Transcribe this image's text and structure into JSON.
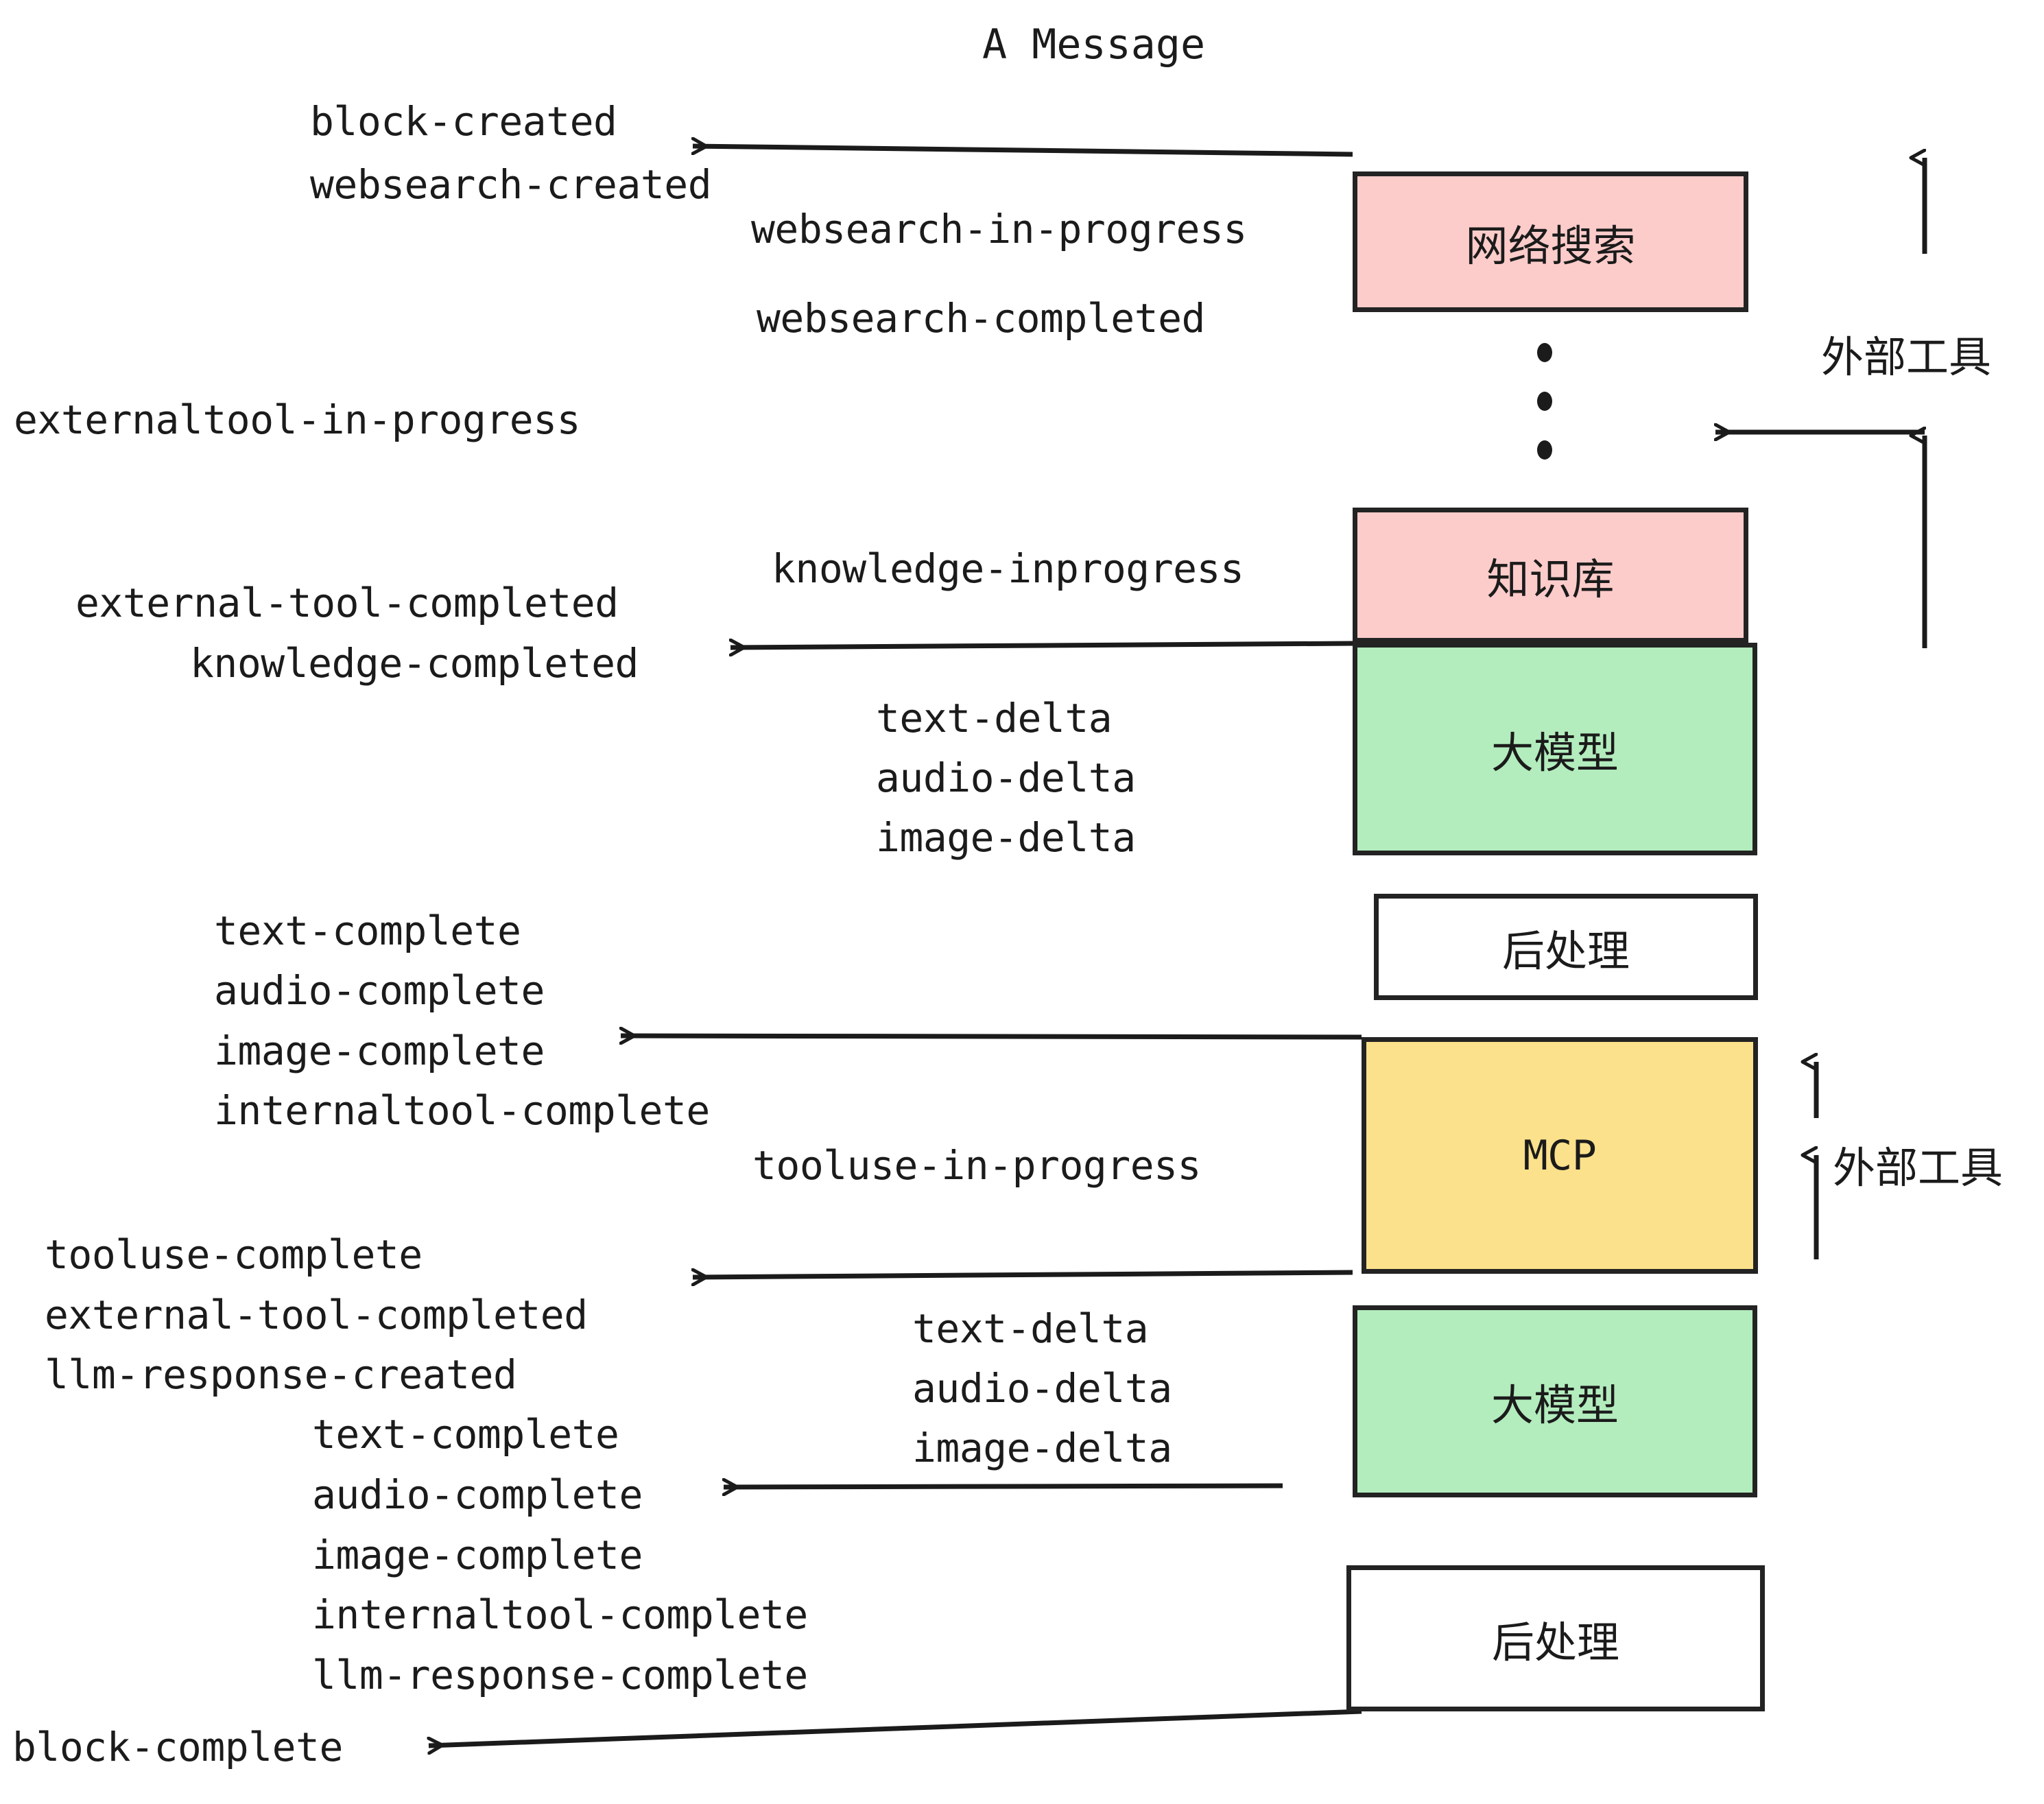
{
  "title": "A Message",
  "events": {
    "block_created": "block-created",
    "websearch_created": "websearch-created",
    "websearch_in_progress": "websearch-in-progress",
    "websearch_completed": "websearch-completed",
    "externaltool_in_progress": "externaltool-in-progress",
    "knowledge_inprogress": "knowledge-inprogress",
    "external_tool_completed_1": "external-tool-completed",
    "knowledge_completed": "knowledge-completed",
    "text_delta_1": "text-delta",
    "audio_delta_1": "audio-delta",
    "image_delta_1": "image-delta",
    "text_complete_1": "text-complete",
    "audio_complete_1": "audio-complete",
    "image_complete_1": "image-complete",
    "internaltool_complete_1": "internaltool-complete",
    "tooluse_in_progress": "tooluse-in-progress",
    "tooluse_complete": "tooluse-complete",
    "external_tool_completed_2": "external-tool-completed",
    "llm_response_created": "llm-response-created",
    "text_delta_2": "text-delta",
    "audio_delta_2": "audio-delta",
    "image_delta_2": "image-delta",
    "text_complete_2": "text-complete",
    "audio_complete_2": "audio-complete",
    "image_complete_2": "image-complete",
    "internaltool_complete_2": "internaltool-complete",
    "llm_response_complete": "llm-response-complete",
    "block_complete": "block-complete"
  },
  "boxes": {
    "websearch": {
      "label": "网络搜索",
      "color": "#fcccca"
    },
    "knowledge": {
      "label": "知识库",
      "color": "#fcccca"
    },
    "llm_1": {
      "label": "大模型",
      "color": "#b3ecbd"
    },
    "postprocess_1": {
      "label": "后处理",
      "color": "#ffffff"
    },
    "mcp": {
      "label": "MCP",
      "color": "#fbe18b"
    },
    "llm_2": {
      "label": "大模型",
      "color": "#b3ecbd"
    },
    "postprocess_2": {
      "label": "后处理",
      "color": "#ffffff"
    }
  },
  "side_labels": {
    "external_tools_top": "外部工具",
    "external_tools_bottom": "外部工具"
  },
  "colors": {
    "pink": "#fcccca",
    "green": "#b3ecbd",
    "yellow": "#fbe18b",
    "white": "#ffffff",
    "stroke": "#232323",
    "text": "#1b1b1b",
    "background": "#ffffff"
  }
}
